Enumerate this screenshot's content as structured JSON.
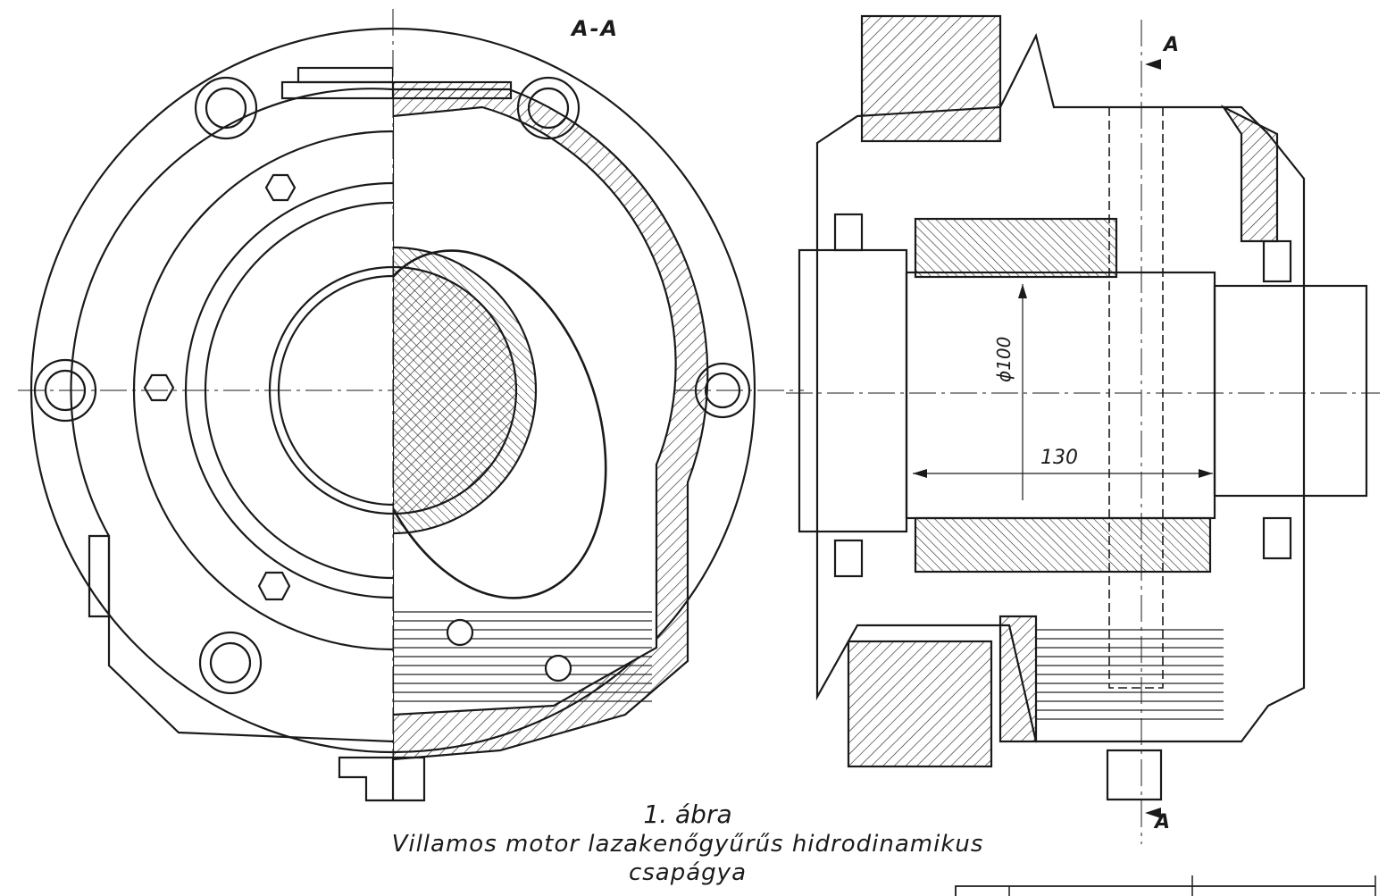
{
  "section_label": "A-A",
  "cut_marks": {
    "top": "A",
    "bottom": "A"
  },
  "dimensions": {
    "length": "130",
    "diameter": "ϕ100"
  },
  "caption": {
    "figure_number": "1. ábra",
    "title_line1": "Villamos motor lazakenőgyűrűs hidrodinamikus",
    "title_line2": "csapágya"
  },
  "colors": {
    "ink": "#1a1a1a",
    "paper": "#ffffff"
  }
}
